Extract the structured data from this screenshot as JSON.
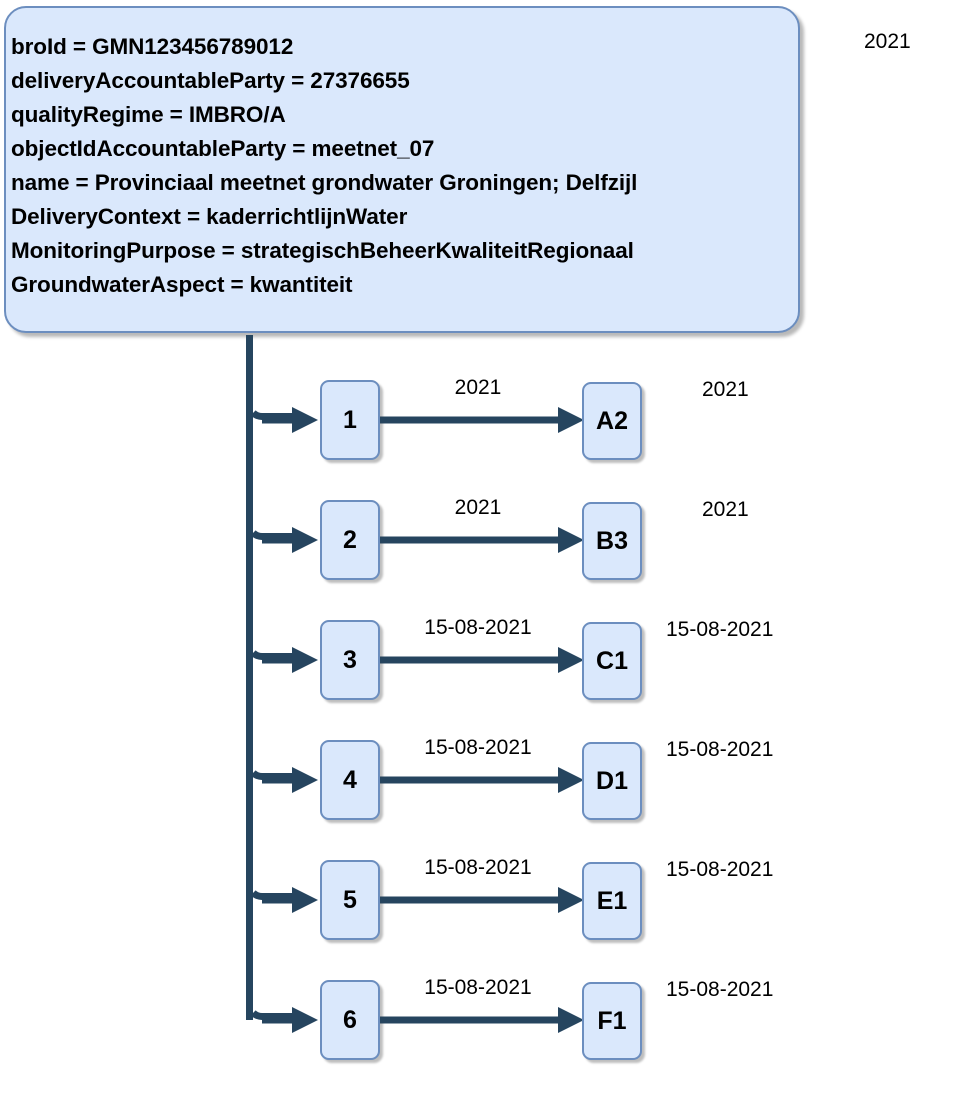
{
  "diagram": {
    "title_label": "2021",
    "main_box": {
      "lines": [
        "broId = GMN123456789012",
        "deliveryAccountableParty = 27376655",
        "qualityRegime = IMBRO/A",
        "objectIdAccountableParty = meetnet_07",
        "name = Provinciaal meetnet grondwater Groningen; Delfzijl",
        "DeliveryContext = kaderrichtlijnWater",
        "MonitoringPurpose = strategischBeheerKwaliteitRegionaal",
        "GroundwaterAspect = kwantiteit"
      ]
    },
    "colors": {
      "node_fill": "#dae8fc",
      "node_border": "#6c8ebf",
      "connector": "#26455f",
      "text": "#000000",
      "background": "#ffffff"
    },
    "rows": [
      {
        "left_node": "1",
        "right_node": "A2",
        "edge_label": "2021",
        "row_label": "2021"
      },
      {
        "left_node": "2",
        "right_node": "B3",
        "edge_label": "2021",
        "row_label": "2021"
      },
      {
        "left_node": "3",
        "right_node": "C1",
        "edge_label": "15-08-2021",
        "row_label": "15-08-2021"
      },
      {
        "left_node": "4",
        "right_node": "D1",
        "edge_label": "15-08-2021",
        "row_label": "15-08-2021"
      },
      {
        "left_node": "5",
        "right_node": "E1",
        "edge_label": "15-08-2021",
        "row_label": "15-08-2021"
      },
      {
        "left_node": "6",
        "right_node": "F1",
        "edge_label": "15-08-2021",
        "row_label": "15-08-2021"
      }
    ]
  }
}
